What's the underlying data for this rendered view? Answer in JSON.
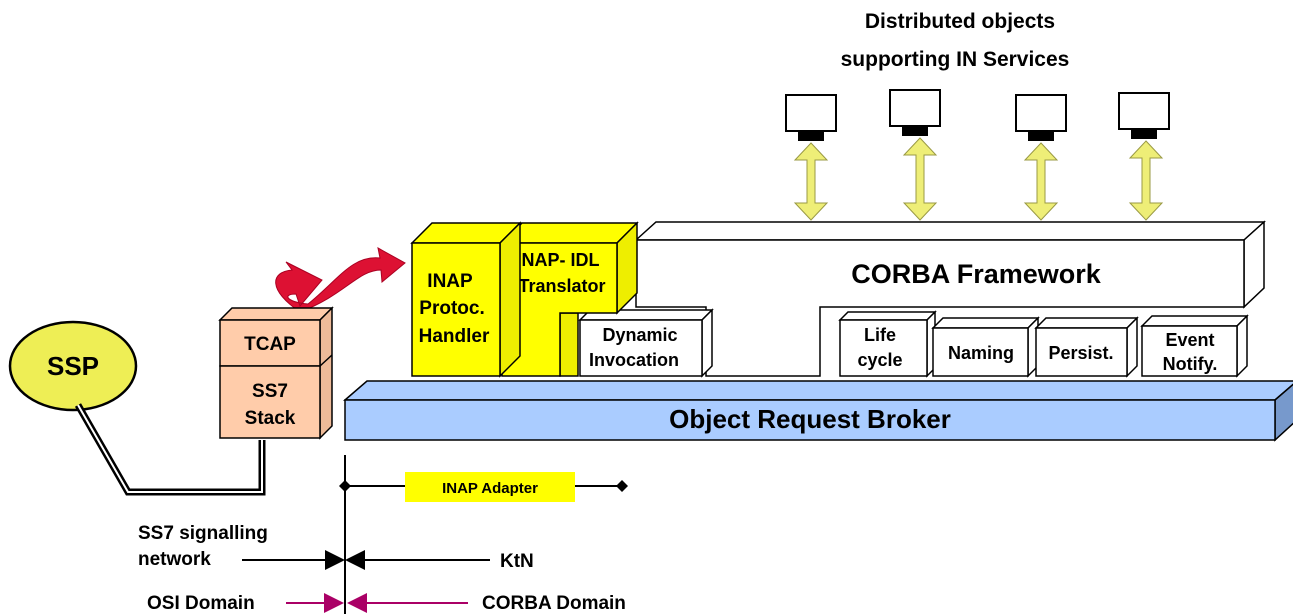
{
  "title": {
    "line1": "Distributed objects",
    "line2": "supporting IN Services"
  },
  "ssp": {
    "label": "SSP"
  },
  "stack": {
    "tcap": "TCAP",
    "ss7_line1": "SS7",
    "ss7_line2": "Stack"
  },
  "inap_handler": {
    "line1": "INAP",
    "line2": "Protoc.",
    "line3": "Handler"
  },
  "inap_translator": {
    "line1": "INAP- IDL",
    "line2": "Translator"
  },
  "corba": {
    "label": "CORBA Framework"
  },
  "services": {
    "dynamic_line1": "Dynamic",
    "dynamic_line2": "Invocation",
    "lifecycle_line1": "Life",
    "lifecycle_line2": "cycle",
    "naming": "Naming",
    "persist": "Persist.",
    "event_line1": "Event",
    "event_line2": "Notify."
  },
  "orb": {
    "label": "Object Request Broker"
  },
  "legend": {
    "inap_adapter": "INAP Adapter",
    "ss7_network_line1": "SS7 signalling",
    "ss7_network_line2": "network",
    "ktn": "KtN",
    "osi_domain": "OSI Domain",
    "corba_domain": "CORBA Domain"
  },
  "colors": {
    "yellow": "#ffff00",
    "salmon": "#ffccaa",
    "orb_blue": "#aaccff",
    "red_arrow": "#dd1133",
    "domain_arrow": "#aa0066",
    "ssp_fill": "#eeee55",
    "double_arrow": "#eeee77"
  }
}
